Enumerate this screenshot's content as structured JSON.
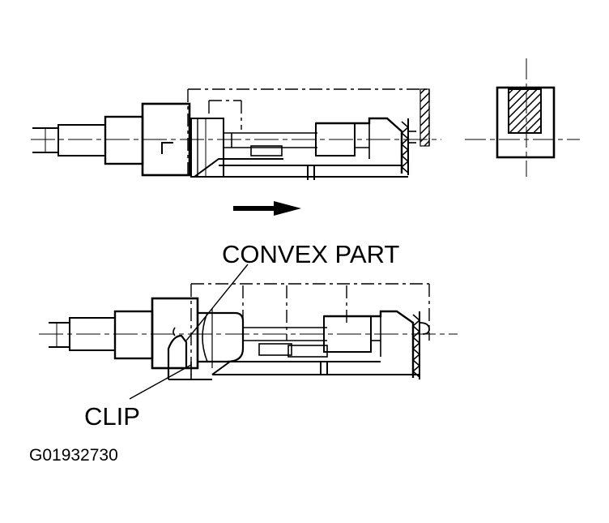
{
  "diagram": {
    "labels": {
      "convex_part": "CONVEX PART",
      "clip": "CLIP",
      "figure_code": "G01932730"
    },
    "colors": {
      "ink": "#000000",
      "background": "#ffffff"
    },
    "icons": {
      "direction": "right-arrow"
    }
  }
}
